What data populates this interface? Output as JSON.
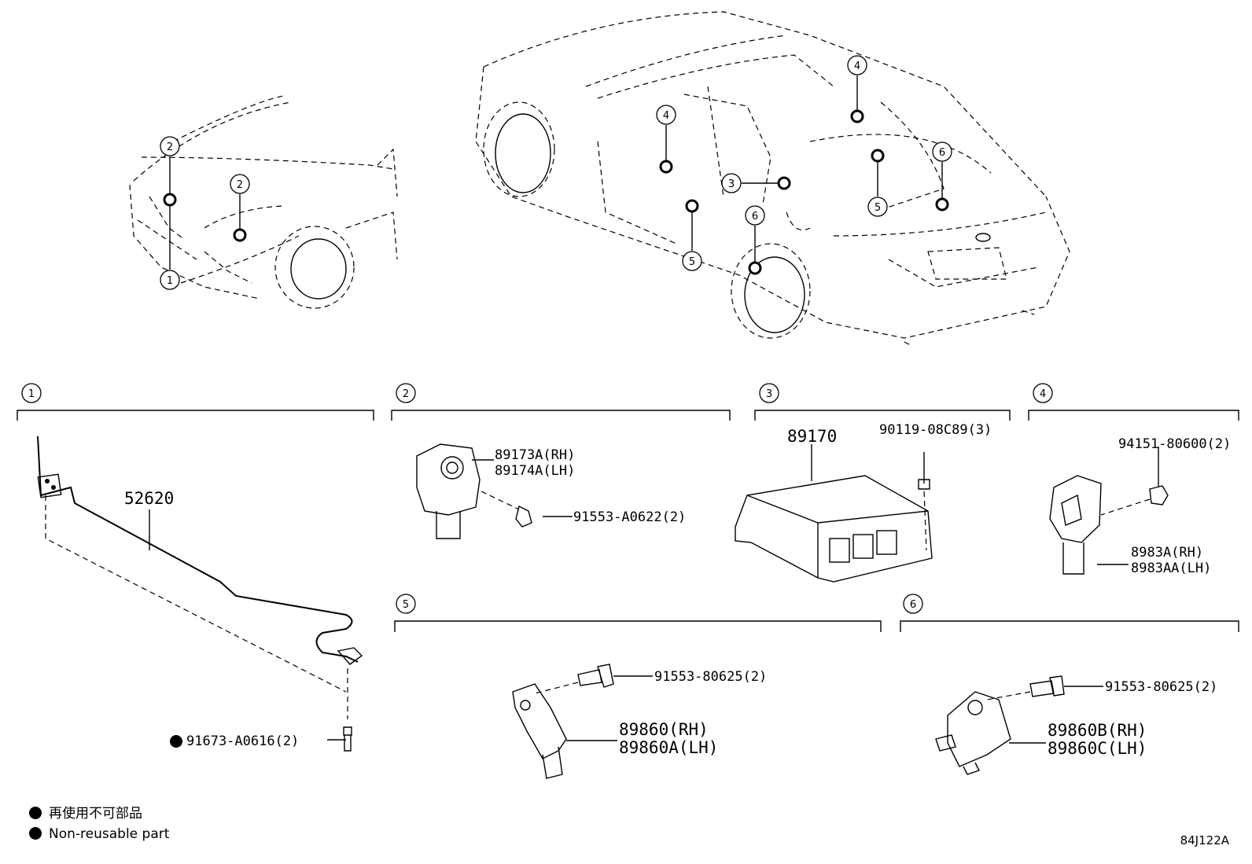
{
  "diagram": {
    "callouts": {
      "c1": "1",
      "c2": "2",
      "c3": "3",
      "c4": "4",
      "c5": "5",
      "c6": "6"
    },
    "groups": {
      "g1": {
        "num": "1",
        "part": "52620",
        "bolt": "91673-A0616(2)"
      },
      "g2": {
        "num": "2",
        "part_rh": "89173A(RH)",
        "part_lh": "89174A(LH)",
        "bolt": "91553-A0622(2)"
      },
      "g3": {
        "num": "3",
        "part": "89170",
        "bolt": "90119-08C89(3)"
      },
      "g4": {
        "num": "4",
        "nut": "94151-80600(2)",
        "part_rh": "8983A(RH)",
        "part_lh": "8983AA(LH)"
      },
      "g5": {
        "num": "5",
        "bolt": "91553-80625(2)",
        "part_rh": "89860(RH)",
        "part_lh": "89860A(LH)"
      },
      "g6": {
        "num": "6",
        "bolt": "91553-80625(2)",
        "part_rh": "89860B(RH)",
        "part_lh": "89860C(LH)"
      }
    },
    "legend": {
      "line1": "再使用不可部品",
      "line2": "Non-reusable part"
    },
    "diagram_code": "84J122A"
  }
}
